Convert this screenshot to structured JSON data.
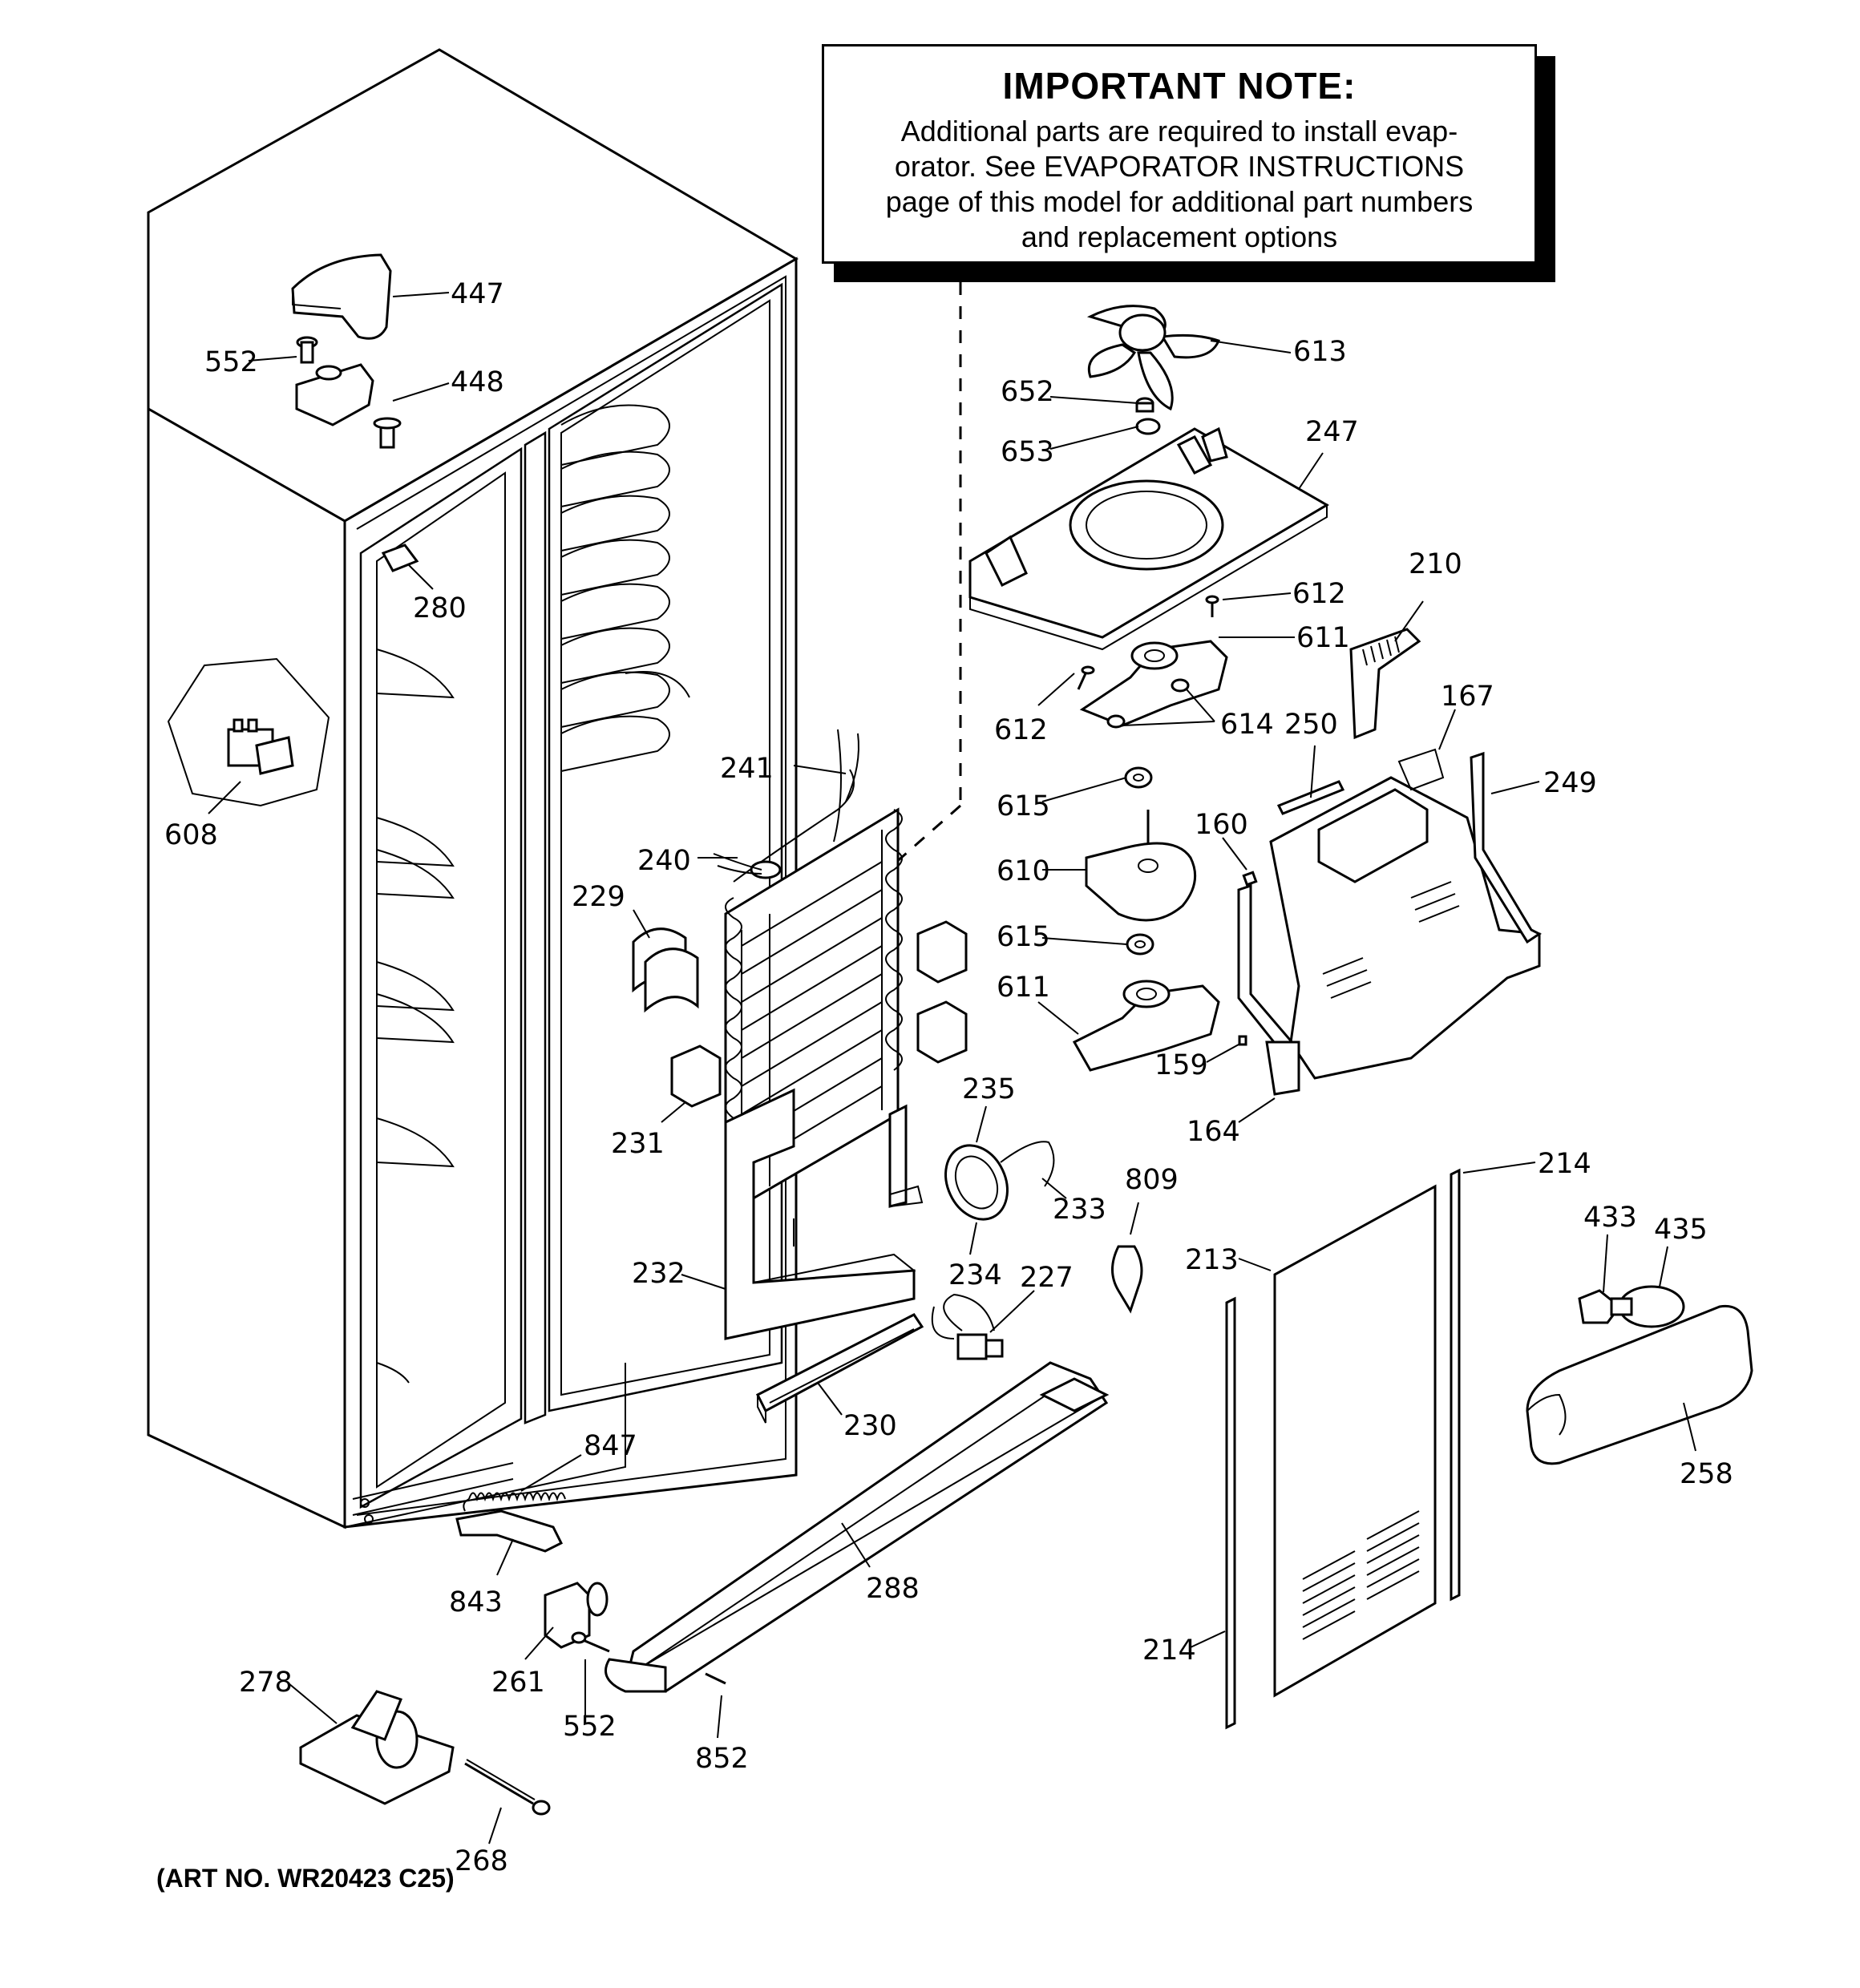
{
  "note": {
    "title": "IMPORTANT NOTE:",
    "lines": [
      "Additional parts are required to install evap-",
      "orator.  See EVAPORATOR INSTRUCTIONS",
      "page of this model for additional part numbers",
      "and replacement options"
    ]
  },
  "art_number": "(ART NO. WR20423 C25)",
  "callouts": [
    {
      "id": "447",
      "label": "447"
    },
    {
      "id": "552a",
      "label": "552"
    },
    {
      "id": "448",
      "label": "448"
    },
    {
      "id": "280",
      "label": "280"
    },
    {
      "id": "608",
      "label": "608"
    },
    {
      "id": "613",
      "label": "613"
    },
    {
      "id": "652",
      "label": "652"
    },
    {
      "id": "653",
      "label": "653"
    },
    {
      "id": "247",
      "label": "247"
    },
    {
      "id": "210",
      "label": "210"
    },
    {
      "id": "612a",
      "label": "612"
    },
    {
      "id": "611a",
      "label": "611"
    },
    {
      "id": "612b",
      "label": "612"
    },
    {
      "id": "614",
      "label": "614"
    },
    {
      "id": "167",
      "label": "167"
    },
    {
      "id": "250",
      "label": "250"
    },
    {
      "id": "249",
      "label": "249"
    },
    {
      "id": "241",
      "label": "241"
    },
    {
      "id": "240",
      "label": "240"
    },
    {
      "id": "615a",
      "label": "615"
    },
    {
      "id": "160",
      "label": "160"
    },
    {
      "id": "610",
      "label": "610"
    },
    {
      "id": "229",
      "label": "229"
    },
    {
      "id": "615b",
      "label": "615"
    },
    {
      "id": "611b",
      "label": "611"
    },
    {
      "id": "159",
      "label": "159"
    },
    {
      "id": "235",
      "label": "235"
    },
    {
      "id": "164",
      "label": "164"
    },
    {
      "id": "231",
      "label": "231"
    },
    {
      "id": "233",
      "label": "233"
    },
    {
      "id": "214a",
      "label": "214"
    },
    {
      "id": "809",
      "label": "809"
    },
    {
      "id": "433",
      "label": "433"
    },
    {
      "id": "435",
      "label": "435"
    },
    {
      "id": "234",
      "label": "234"
    },
    {
      "id": "213",
      "label": "213"
    },
    {
      "id": "232",
      "label": "232"
    },
    {
      "id": "227",
      "label": "227"
    },
    {
      "id": "230",
      "label": "230"
    },
    {
      "id": "847",
      "label": "847"
    },
    {
      "id": "258",
      "label": "258"
    },
    {
      "id": "288",
      "label": "288"
    },
    {
      "id": "843",
      "label": "843"
    },
    {
      "id": "278",
      "label": "278"
    },
    {
      "id": "261",
      "label": "261"
    },
    {
      "id": "214b",
      "label": "214"
    },
    {
      "id": "552b",
      "label": "552"
    },
    {
      "id": "852",
      "label": "852"
    },
    {
      "id": "268",
      "label": "268"
    }
  ]
}
